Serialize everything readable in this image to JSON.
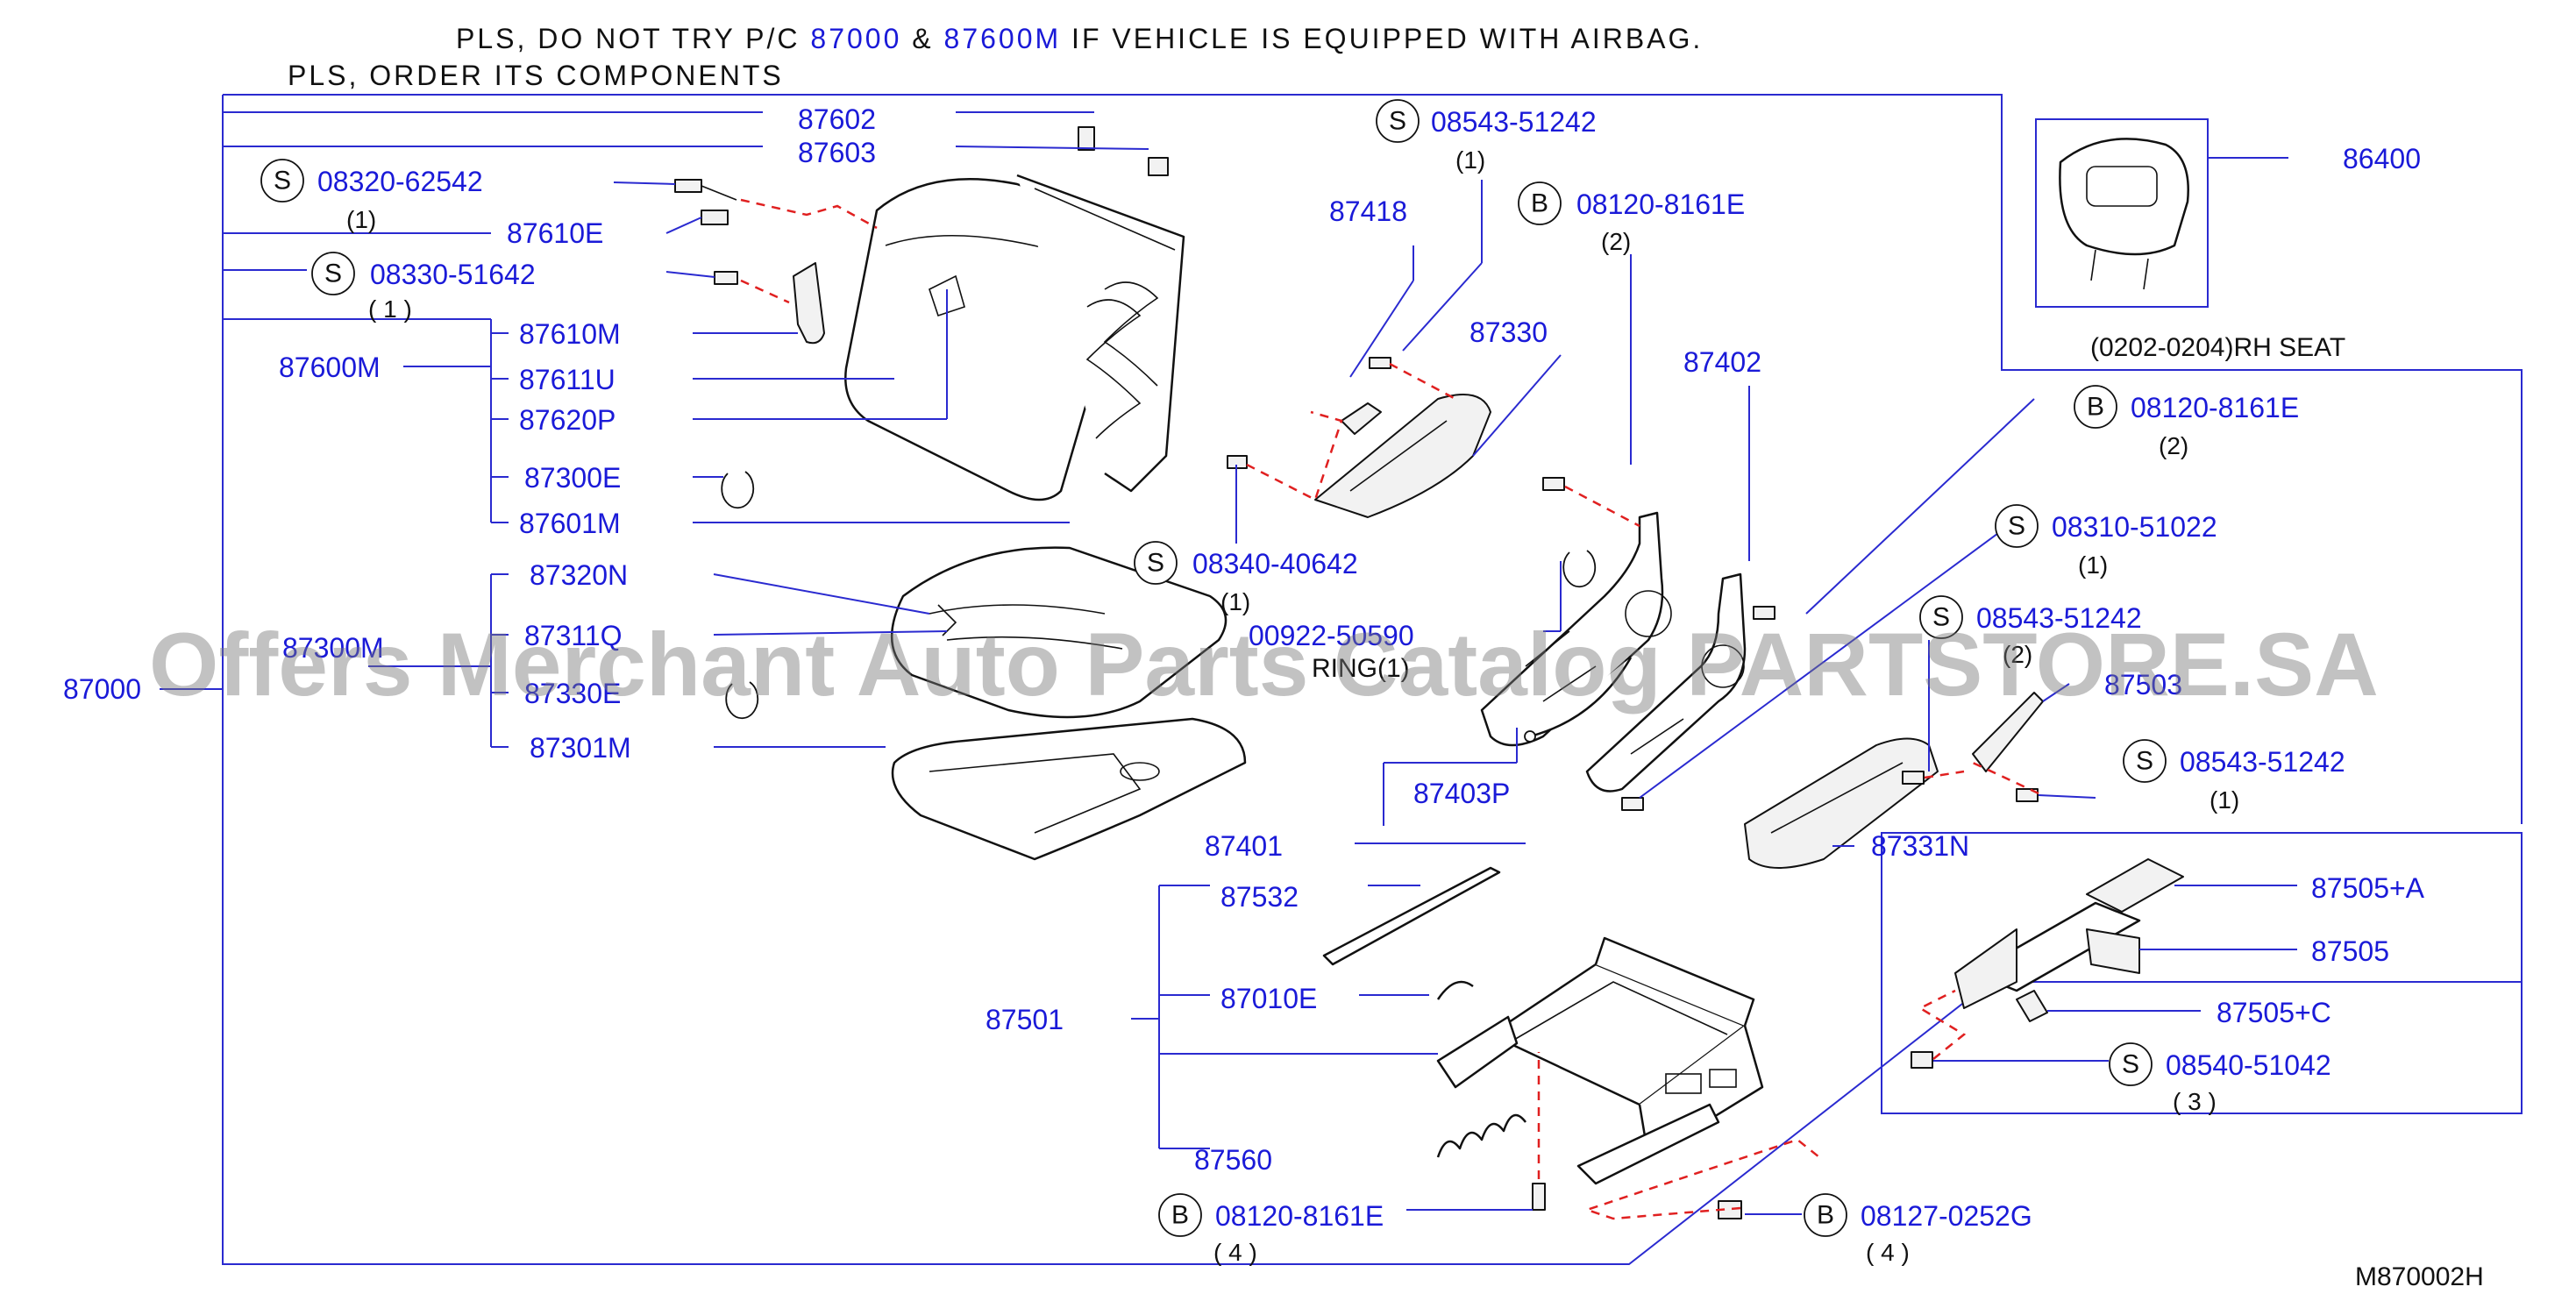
{
  "notes": {
    "line1_prefix": "PLS, DO NOT TRY P/C ",
    "line1_part_a": "87000",
    "line1_amp": " & ",
    "line1_part_b": "87600M",
    "line1_suffix": " IF VEHICLE IS EQUIPPED WITH AIRBAG.",
    "line2": "PLS, ORDER ITS COMPONENTS"
  },
  "diagram_code": "M870002H",
  "watermark": "Offers Merchant Auto Parts Catalog PARTSTORE.SA",
  "rh_seat_label": "(0202-0204)RH SEAT",
  "part_labels": {
    "p87602": "87602",
    "p87603": "87603",
    "p87610E": "87610E",
    "p87610M": "87610M",
    "p87600M": "87600M",
    "p87611U": "87611U",
    "p87620P": "87620P",
    "p87300E": "87300E",
    "p87601M": "87601M",
    "p87320N": "87320N",
    "p87300M": "87300M",
    "p87311Q": "87311Q",
    "p87000": "87000",
    "p87330E": "87330E",
    "p87301M": "87301M",
    "p87418": "87418",
    "p87330": "87330",
    "p00922": "00922-50590",
    "ring": "RING(1)",
    "p87402": "87402",
    "p87403P": "87403P",
    "p87401": "87401",
    "p86400": "86400",
    "p87503": "87503",
    "p87331N": "87331N",
    "p87532": "87532",
    "p87010E": "87010E",
    "p87501": "87501",
    "p87560": "87560",
    "p87505A": "87505+A",
    "p87505": "87505",
    "p87505C": "87505+C"
  },
  "fasteners": [
    {
      "type": "S",
      "part": "08320-62542",
      "qty": "(1)"
    },
    {
      "type": "S",
      "part": "08330-51642",
      "qty": "( 1 )"
    },
    {
      "type": "S",
      "part": "08543-51242",
      "qty": "(1)"
    },
    {
      "type": "B",
      "part": "08120-8161E",
      "qty": "(2)"
    },
    {
      "type": "S",
      "part": "08340-40642",
      "qty": "(1)"
    },
    {
      "type": "B",
      "part": "08120-8161E",
      "qty": "(2)"
    },
    {
      "type": "S",
      "part": "08310-51022",
      "qty": "(1)"
    },
    {
      "type": "S",
      "part": "08543-51242",
      "qty": "(2)"
    },
    {
      "type": "S",
      "part": "08543-51242",
      "qty": "(1)"
    },
    {
      "type": "S",
      "part": "08540-51042",
      "qty": "( 3 )"
    },
    {
      "type": "B",
      "part": "08120-8161E",
      "qty": "( 4 )"
    },
    {
      "type": "B",
      "part": "08127-0252G",
      "qty": "( 4 )"
    }
  ]
}
